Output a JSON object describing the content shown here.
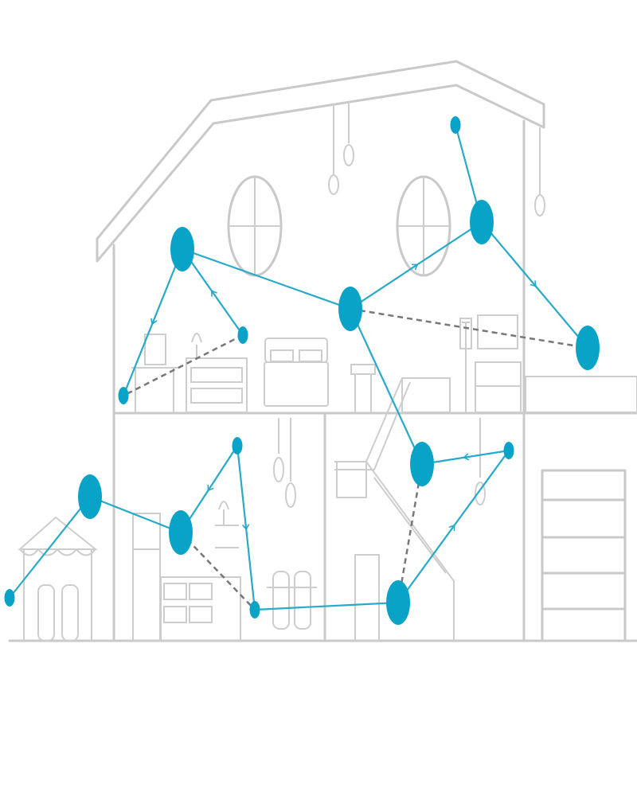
{
  "colors": {
    "node": "#0aa3c8",
    "link": "#27a9c9",
    "dashed_link": "#777777",
    "house_outline": "#c9c9c9",
    "background": "#ffffff"
  },
  "nodes": [
    {
      "id": "A",
      "kind": "router"
    },
    {
      "id": "B",
      "kind": "router"
    },
    {
      "id": "C",
      "kind": "router"
    },
    {
      "id": "D",
      "kind": "router"
    },
    {
      "id": "E",
      "kind": "device"
    },
    {
      "id": "F",
      "kind": "device"
    },
    {
      "id": "G",
      "kind": "device"
    },
    {
      "id": "H",
      "kind": "router"
    },
    {
      "id": "I",
      "kind": "device"
    },
    {
      "id": "J",
      "kind": "router"
    },
    {
      "id": "K",
      "kind": "device"
    },
    {
      "id": "L",
      "kind": "router"
    },
    {
      "id": "M",
      "kind": "router"
    },
    {
      "id": "N",
      "kind": "device"
    },
    {
      "id": "O",
      "kind": "device"
    }
  ],
  "links": [
    {
      "from": "A",
      "to": "B",
      "style": "solid"
    },
    {
      "from": "B",
      "to": "C",
      "style": "solid",
      "arrow": true
    },
    {
      "from": "E",
      "to": "C",
      "style": "solid"
    },
    {
      "from": "C",
      "to": "D",
      "style": "solid",
      "arrow": true
    },
    {
      "from": "A",
      "to": "G",
      "style": "solid",
      "arrow": true
    },
    {
      "from": "F",
      "to": "A",
      "style": "solid",
      "arrow": true
    },
    {
      "from": "B",
      "to": "H",
      "style": "solid"
    },
    {
      "from": "I",
      "to": "H",
      "style": "solid",
      "arrow": true
    },
    {
      "from": "J",
      "to": "I",
      "style": "solid",
      "arrow": true
    },
    {
      "from": "K",
      "to": "J",
      "style": "solid"
    },
    {
      "from": "N",
      "to": "M",
      "style": "solid",
      "arrow": true
    },
    {
      "from": "M",
      "to": "L",
      "style": "solid"
    },
    {
      "from": "L",
      "to": "O",
      "style": "solid"
    },
    {
      "from": "N",
      "to": "K",
      "style": "solid",
      "arrow": true
    },
    {
      "from": "B",
      "to": "D",
      "style": "dashed"
    },
    {
      "from": "F",
      "to": "G",
      "style": "dashed"
    },
    {
      "from": "M",
      "to": "K",
      "style": "dashed"
    },
    {
      "from": "H",
      "to": "J",
      "style": "dashed"
    }
  ]
}
